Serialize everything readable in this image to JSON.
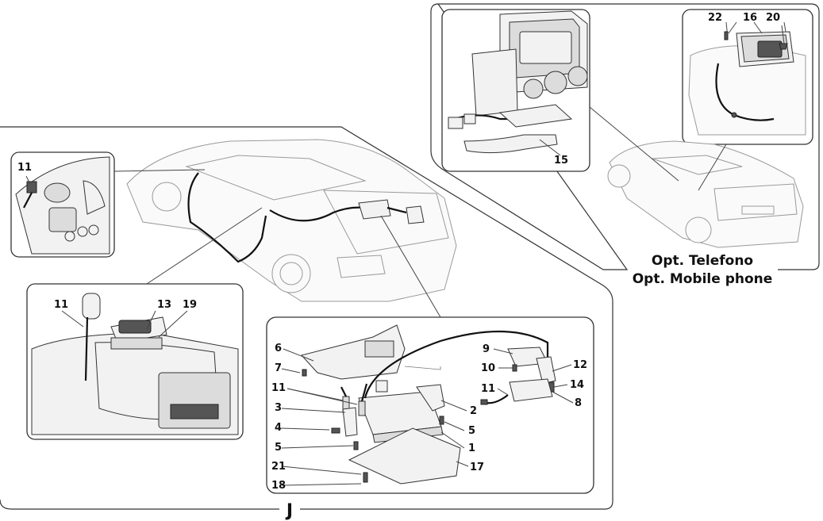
{
  "title_block": {
    "label_it": "Opt. Telefono",
    "label_en": "Opt. Mobile phone"
  },
  "group_letter": "J",
  "part_labels": {
    "p1": "1",
    "p2": "2",
    "p3": "3",
    "p4": "4",
    "p5a": "5",
    "p5b": "5",
    "p6": "6",
    "p7": "7",
    "p8": "8",
    "p9": "9",
    "p10": "10",
    "p11_dash": "11",
    "p11_console": "11",
    "p11_main": "11",
    "p11_right": "11",
    "p12": "12",
    "p13": "13",
    "p14": "14",
    "p15": "15",
    "p16": "16",
    "p17": "17",
    "p18": "18",
    "p19": "19",
    "p20": "20",
    "p21": "21",
    "p22": "22"
  }
}
